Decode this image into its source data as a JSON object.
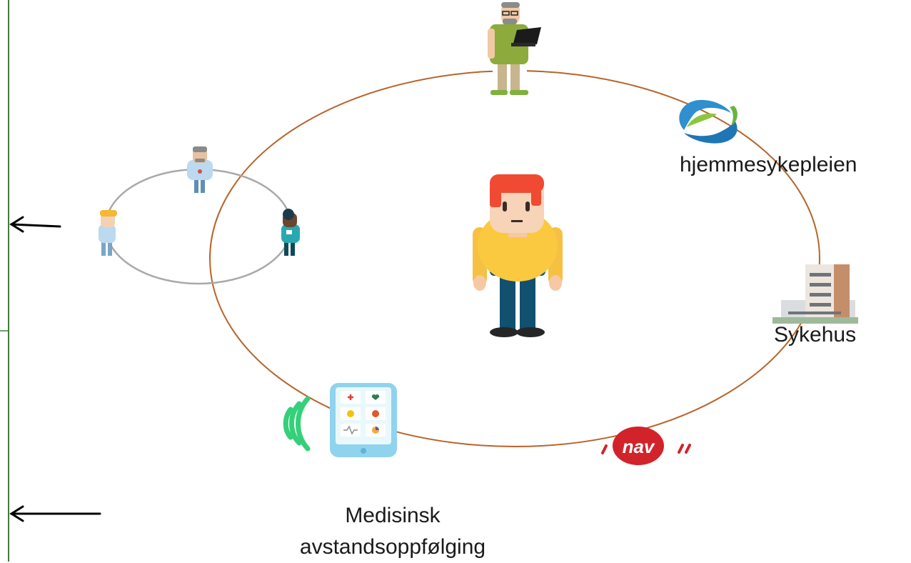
{
  "labels": {
    "home_care": "hjemmesykepleien",
    "hospital": "Sykehus",
    "remote_line1": "Medisinsk",
    "remote_line2": "avstandsoppfølging",
    "nav_logo_text": "nav"
  },
  "colors": {
    "outer_ring": "#b8642a",
    "inner_ring": "#a9a9a9",
    "left_rule": "#3f7d3a",
    "arrow": "#000000",
    "nav_red": "#d2232a",
    "signal_green": "#35d07a",
    "tablet_blue": "#8fd3ef"
  },
  "icons": {
    "center_person": "patient-person-icon",
    "top_person": "caregiver-with-laptop-icon",
    "home_care_logo": "home-care-hands-logo-icon",
    "hospital": "hospital-building-icon",
    "nav_logo": "nav-logo-icon",
    "tablet": "health-tablet-icon",
    "signal": "wireless-signal-icon",
    "inner_people": [
      "doctor-person-icon",
      "blonde-person-icon",
      "nurse-person-icon"
    ]
  }
}
